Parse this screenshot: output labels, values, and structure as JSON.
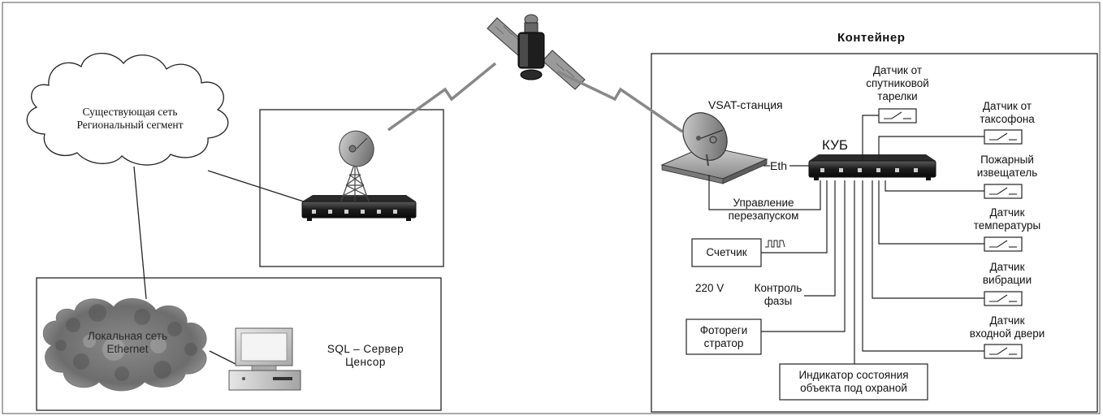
{
  "container_title": "Контейнер",
  "cloud_existing": {
    "line1": "Существующая сеть",
    "line2": "Региональный сегмент"
  },
  "cloud_local": {
    "line1": "Локальная сеть",
    "line2": "Ethernet"
  },
  "server": {
    "line1": "SQL – Сервер",
    "line2": "Ценсор"
  },
  "vsat_label": "VSAT-станция",
  "kub_label": "КУБ",
  "eth_label": "Eth",
  "restart_control": {
    "line1": "Управление",
    "line2": "перезапуском"
  },
  "counter_label": "Счетчик",
  "phase": {
    "voltage": "220 V",
    "line1": "Контроль",
    "line2": "фазы"
  },
  "photo_registrator": {
    "line1": "Фотореги",
    "line2": "стратор"
  },
  "status_indicator": {
    "line1": "Индикатор состояния",
    "line2": "объекта под охраной"
  },
  "sensors": {
    "satellite_dish": {
      "line1": "Датчик от",
      "line2": "спутниковой",
      "line3": "тарелки"
    },
    "payphone": {
      "line1": "Датчик от",
      "line2": "таксофона"
    },
    "fire": {
      "line1": "Пожарный",
      "line2": "извещатель"
    },
    "temperature": {
      "line1": "Датчик",
      "line2": "температуры"
    },
    "vibration": {
      "line1": "Датчик",
      "line2": "вибрации"
    },
    "entry_door": {
      "line1": "Датчик",
      "line2": "входной двери"
    }
  }
}
